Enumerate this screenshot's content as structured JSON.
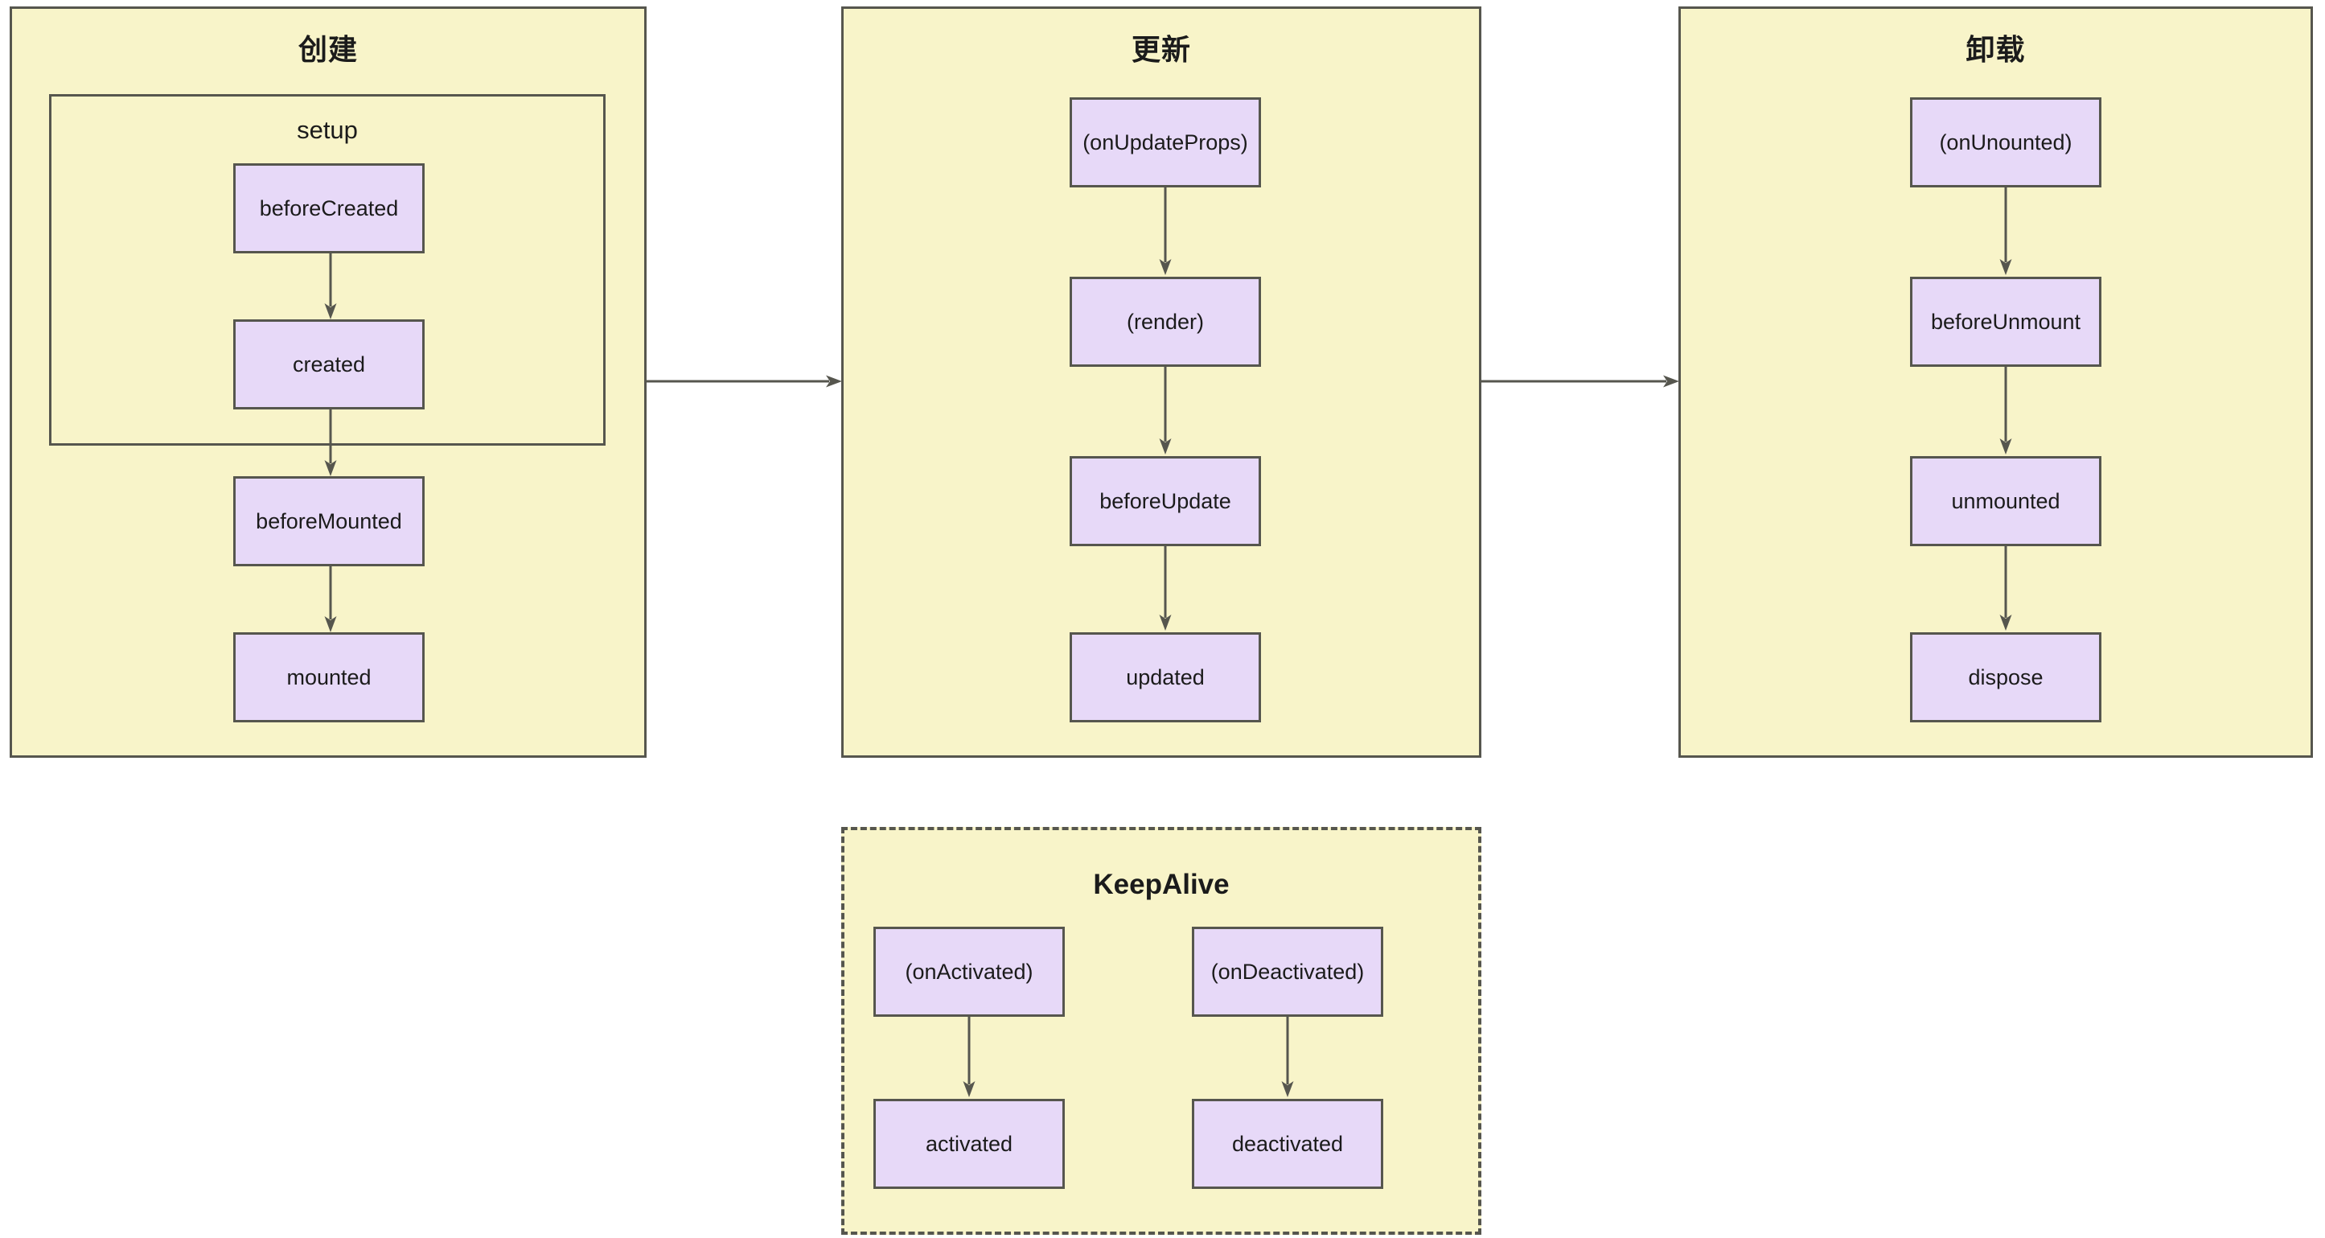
{
  "diagram": {
    "title_hidden": "",
    "colors": {
      "cluster_fill": "#f8f4c9",
      "cluster_border": "#56564e",
      "node_fill": "#e7d9f8",
      "node_border": "#56564e",
      "edge_stroke": "#56564e",
      "text": "#1b1b1b",
      "page_background": "#ffffff"
    },
    "clusters": [
      {
        "id": "create",
        "label": "创建",
        "border_style": "solid",
        "subclusters": [
          {
            "id": "setup",
            "label": "setup"
          }
        ],
        "nodes": [
          {
            "id": "beforeCreated",
            "label": "beforeCreated",
            "in_subcluster": "setup"
          },
          {
            "id": "created",
            "label": "created",
            "in_subcluster": "setup"
          },
          {
            "id": "beforeMounted",
            "label": "beforeMounted",
            "in_subcluster": null
          },
          {
            "id": "mounted",
            "label": "mounted",
            "in_subcluster": null
          }
        ],
        "edges": [
          {
            "from": "beforeCreated",
            "to": "created"
          },
          {
            "from": "created",
            "to": "beforeMounted"
          },
          {
            "from": "beforeMounted",
            "to": "mounted"
          }
        ]
      },
      {
        "id": "update",
        "label": "更新",
        "border_style": "solid",
        "subclusters": [],
        "nodes": [
          {
            "id": "onUpdateProps",
            "label": "(onUpdateProps)",
            "in_subcluster": null
          },
          {
            "id": "render",
            "label": "(render)",
            "in_subcluster": null
          },
          {
            "id": "beforeUpdate",
            "label": "beforeUpdate",
            "in_subcluster": null
          },
          {
            "id": "updated",
            "label": "updated",
            "in_subcluster": null
          }
        ],
        "edges": [
          {
            "from": "onUpdateProps",
            "to": "render"
          },
          {
            "from": "render",
            "to": "beforeUpdate"
          },
          {
            "from": "beforeUpdate",
            "to": "updated"
          }
        ]
      },
      {
        "id": "unmount",
        "label": "卸载",
        "border_style": "solid",
        "subclusters": [],
        "nodes": [
          {
            "id": "onUnounted",
            "label": "(onUnounted)",
            "in_subcluster": null
          },
          {
            "id": "beforeUnmount",
            "label": "beforeUnmount",
            "in_subcluster": null
          },
          {
            "id": "unmounted",
            "label": "unmounted",
            "in_subcluster": null
          },
          {
            "id": "dispose",
            "label": "dispose",
            "in_subcluster": null
          }
        ],
        "edges": [
          {
            "from": "onUnounted",
            "to": "beforeUnmount"
          },
          {
            "from": "beforeUnmount",
            "to": "unmounted"
          },
          {
            "from": "unmounted",
            "to": "dispose"
          }
        ]
      },
      {
        "id": "keepalive",
        "label": "KeepAlive",
        "border_style": "dashed",
        "subclusters": [],
        "nodes": [
          {
            "id": "onActivated",
            "label": "(onActivated)",
            "in_subcluster": null
          },
          {
            "id": "activated",
            "label": "activated",
            "in_subcluster": null
          },
          {
            "id": "onDeactivated",
            "label": "(onDeactivated)",
            "in_subcluster": null
          },
          {
            "id": "deactivated",
            "label": "deactivated",
            "in_subcluster": null
          }
        ],
        "edges": [
          {
            "from": "onActivated",
            "to": "activated"
          },
          {
            "from": "onDeactivated",
            "to": "deactivated"
          }
        ]
      }
    ],
    "cluster_links": [
      {
        "from": "create",
        "to": "update"
      },
      {
        "from": "update",
        "to": "unmount"
      }
    ]
  }
}
